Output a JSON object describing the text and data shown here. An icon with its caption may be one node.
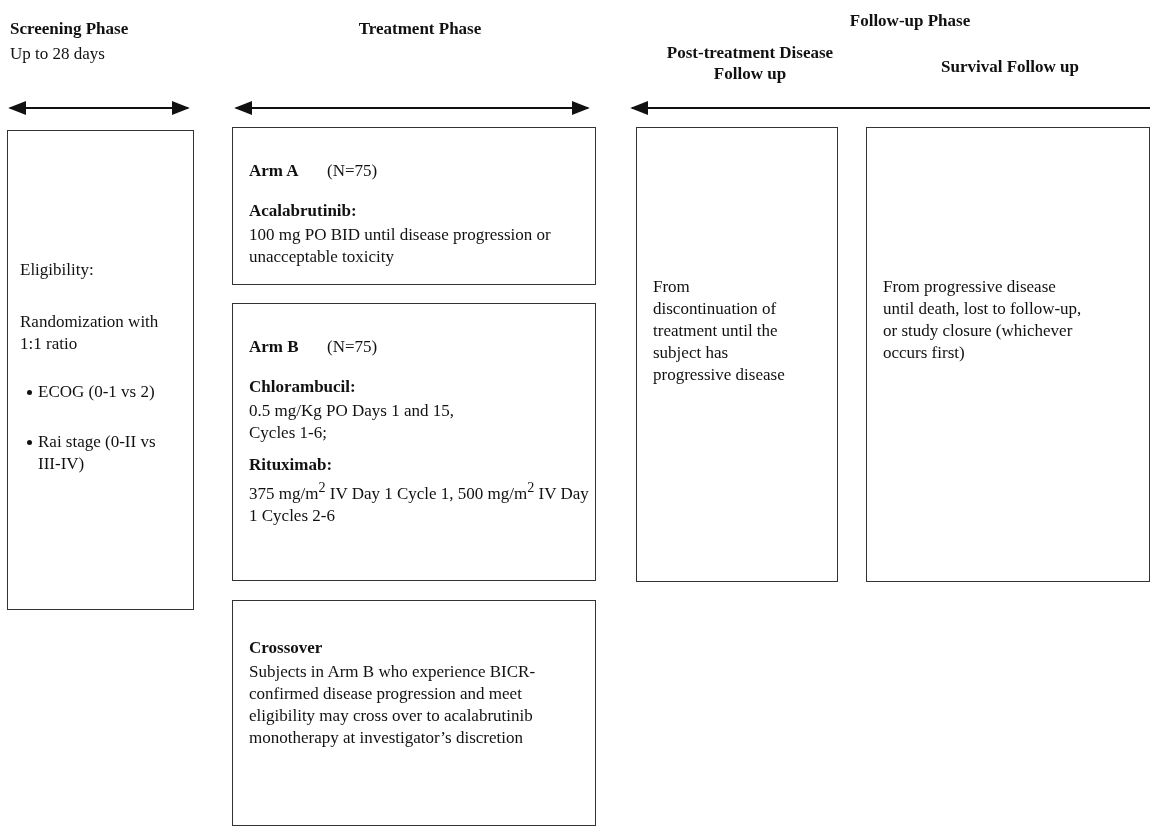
{
  "diagram": {
    "nodes": [
      {
        "text": [
          "Eligibility:",
          "Randomization with 1:1 ratio",
          "ECOG (0-1 vs 2)",
          "Rai stage (0-II vs III-IV)"
        ]
      },
      {
        "text": [
          "Arm A",
          "(N=75)",
          "Acalabrutinib:",
          "100 mg PO BID until disease progression or unacceptable toxicity"
        ]
      },
      {
        "text": [
          "Arm B",
          "(N=75)",
          "Chlorambucil:",
          "0.5 mg/Kg PO Days 1 and 15, Cycles 1-6;",
          "Rituximab:",
          "375 mg/m$^{2}$ IV Day 1 Cycle 1, 500 mg/m$^{2}$ IV Day 1 Cycles 2-6"
        ]
      },
      {
        "text": [
          "Crossover",
          "Subjects in Arm B who experience BICR-confirmed disease progression and meet eligibility may cross over to acalabrutinib monotherapy at investigator’s discretion"
        ]
      },
      {
        "text": [
          "From discontinuation of treatment until the subject has progressive disease"
        ]
      },
      {
        "text": [
          "From progressive disease until death, lost to follow-up, or study closure (whichever occurs first)"
        ]
      }
    ],
    "edges": [],
    "labels": [
      "Screening Phase",
      "Up to 28 days",
      "Treatment Phase",
      "Follow-up Phase",
      "Post-treatment Disease Follow up",
      "Survival Follow up"
    ]
  }
}
